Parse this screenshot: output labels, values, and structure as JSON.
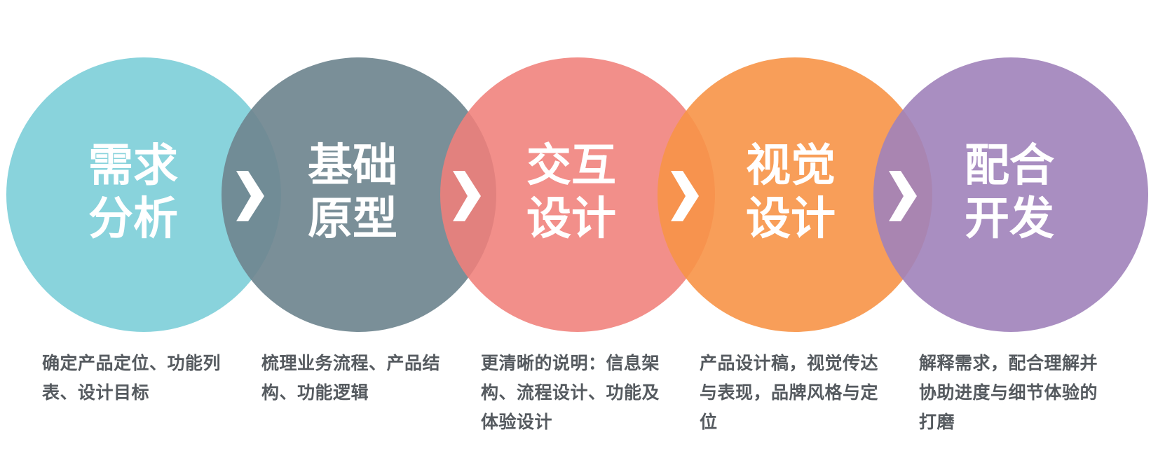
{
  "steps": [
    {
      "title_line1": "需求",
      "title_line2": "分析",
      "color": "#7fcfd9",
      "description": "确定产品定位、功能列表、设计目标"
    },
    {
      "title_line1": "基础",
      "title_line2": "原型",
      "color": "#6f868f",
      "description": "梳理业务流程、产品结构、功能逻辑"
    },
    {
      "title_line1": "交互",
      "title_line2": "设计",
      "color": "#f07f7a",
      "description": "更清晰的说明：信息架构、流程设计、功能及体验设计"
    },
    {
      "title_line1": "视觉",
      "title_line2": "设计",
      "color": "#f79447",
      "description": "产品设计稿，视觉传达与表现，品牌风格与定位"
    },
    {
      "title_line1": "配合",
      "title_line2": "开发",
      "color": "#a082ba",
      "description": "解释需求，配合理解并协助进度与细节体验的打磨"
    }
  ],
  "connector_icon": "chevron-right-icon"
}
